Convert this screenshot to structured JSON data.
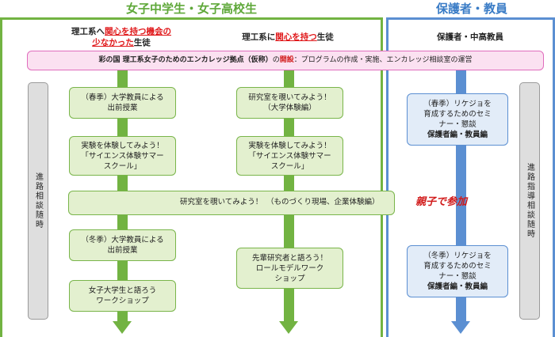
{
  "headers": {
    "students": "女子中学生・女子高校生",
    "guardians": "保護者・教員"
  },
  "columns": {
    "col1_line1_a": "理工系へ",
    "col1_line1_b": "関心を持つ機会の",
    "col1_line2_a": "少なかった",
    "col1_line2_b": "生徒",
    "col2_a": "理工系に",
    "col2_b": "関心を持つ",
    "col2_c": "生徒",
    "col3": "保護者・中高教員"
  },
  "banner": {
    "name": "彩の国 理工系女子のためのエンカレッジ拠点（仮称）",
    "particle": "の",
    "open": "開設",
    "rest": "：プログラムの作成・実施、エンカレッジ相談室の運営"
  },
  "side_labels": {
    "left": "進路相談随時",
    "right": "進路指導相談随時"
  },
  "col1_boxes": [
    {
      "lines": [
        "（春季）大学教員による",
        "出前授業"
      ]
    },
    {
      "lines": [
        "実験を体験してみよう！",
        "「サイエンス体験サマー",
        "スクール」"
      ]
    },
    {
      "lines": [
        "（冬季）大学教員による",
        "出前授業"
      ]
    },
    {
      "lines": [
        "女子大学生と語ろう",
        "ワークショップ"
      ]
    }
  ],
  "col2_boxes": [
    {
      "lines": [
        "研究室を覗いてみよう！",
        "（大学体験編）"
      ]
    },
    {
      "lines": [
        "実験を体験してみよう！",
        "「サイエンス体験サマー",
        "スクール」"
      ]
    },
    {
      "lines": [
        "先輩研究者と語ろう！",
        "ロールモデルワーク",
        "ショップ"
      ]
    }
  ],
  "col3_boxes": [
    {
      "lines": [
        "（春季）リケジョを",
        "育成するためのセミ",
        "ナー・懇談"
      ],
      "bold": "保護者編・教員編"
    },
    {
      "lines": [
        "（冬季）リケジョを",
        "育成するためのセミ",
        "ナー・懇談"
      ],
      "bold": "保護者編・教員編"
    }
  ],
  "wide_box": {
    "text": "研究室を覗いてみよう！　（ものづくり現場、企業体験編）",
    "parent": "親子で参加"
  },
  "colors": {
    "green": "#72b342",
    "blue": "#5b8fd2",
    "pink_border": "#e06dbd",
    "red": "#e0181a"
  }
}
